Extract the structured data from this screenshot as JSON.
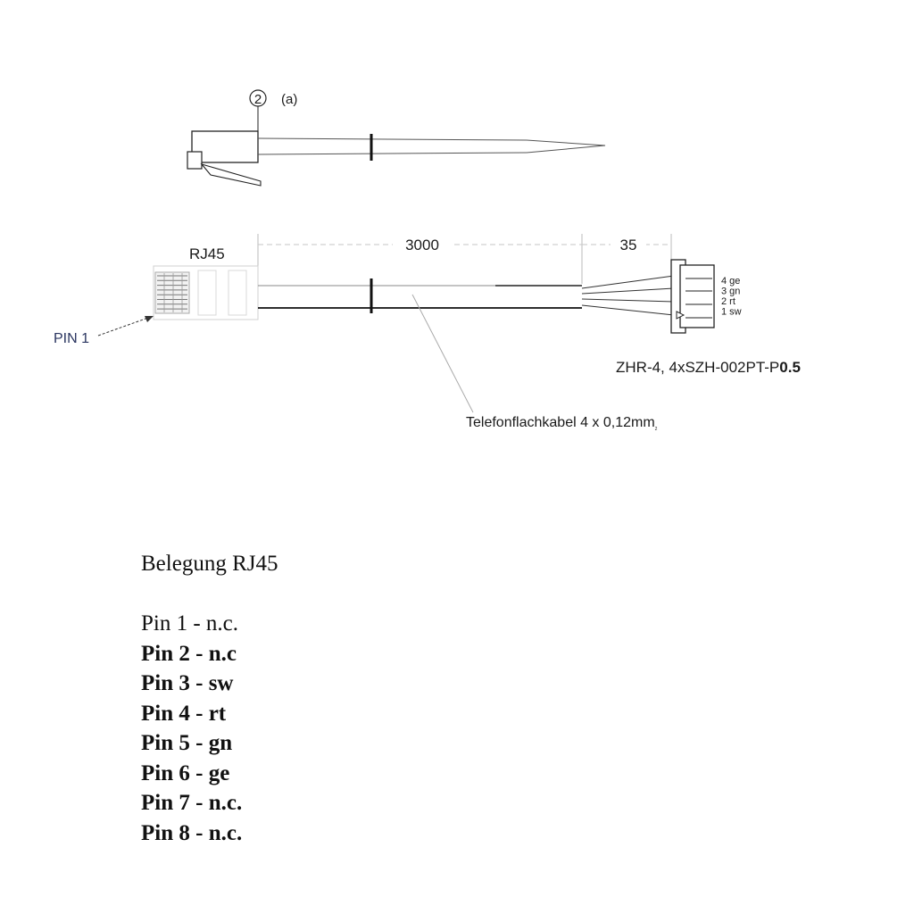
{
  "drawing": {
    "callout_number": "2",
    "callout_suffix": "(a)",
    "connector_left_label": "RJ45",
    "pin1_label": "PIN 1",
    "dim_cable_length": "3000",
    "dim_strip_length": "35",
    "wire_labels": [
      "4 ge",
      "3 gn",
      "2 rt",
      "1 sw"
    ],
    "connector_right_label_a": "ZHR-4, 4xSZH-002PT-P",
    "connector_right_label_b": "0.5",
    "cable_label": "Telefonflachkabel 4 x 0,12mm",
    "cable_label_suffix": "2"
  },
  "pinout": {
    "title": "Belegung RJ45",
    "rows": [
      "Pin 1 - n.c.",
      "Pin 2 - n.c",
      "Pin 3 - sw",
      "Pin 4 - rt",
      "Pin 5 - gn",
      "Pin 6 - ge",
      "Pin 7 - n.c.",
      "Pin 8 - n.c."
    ]
  }
}
